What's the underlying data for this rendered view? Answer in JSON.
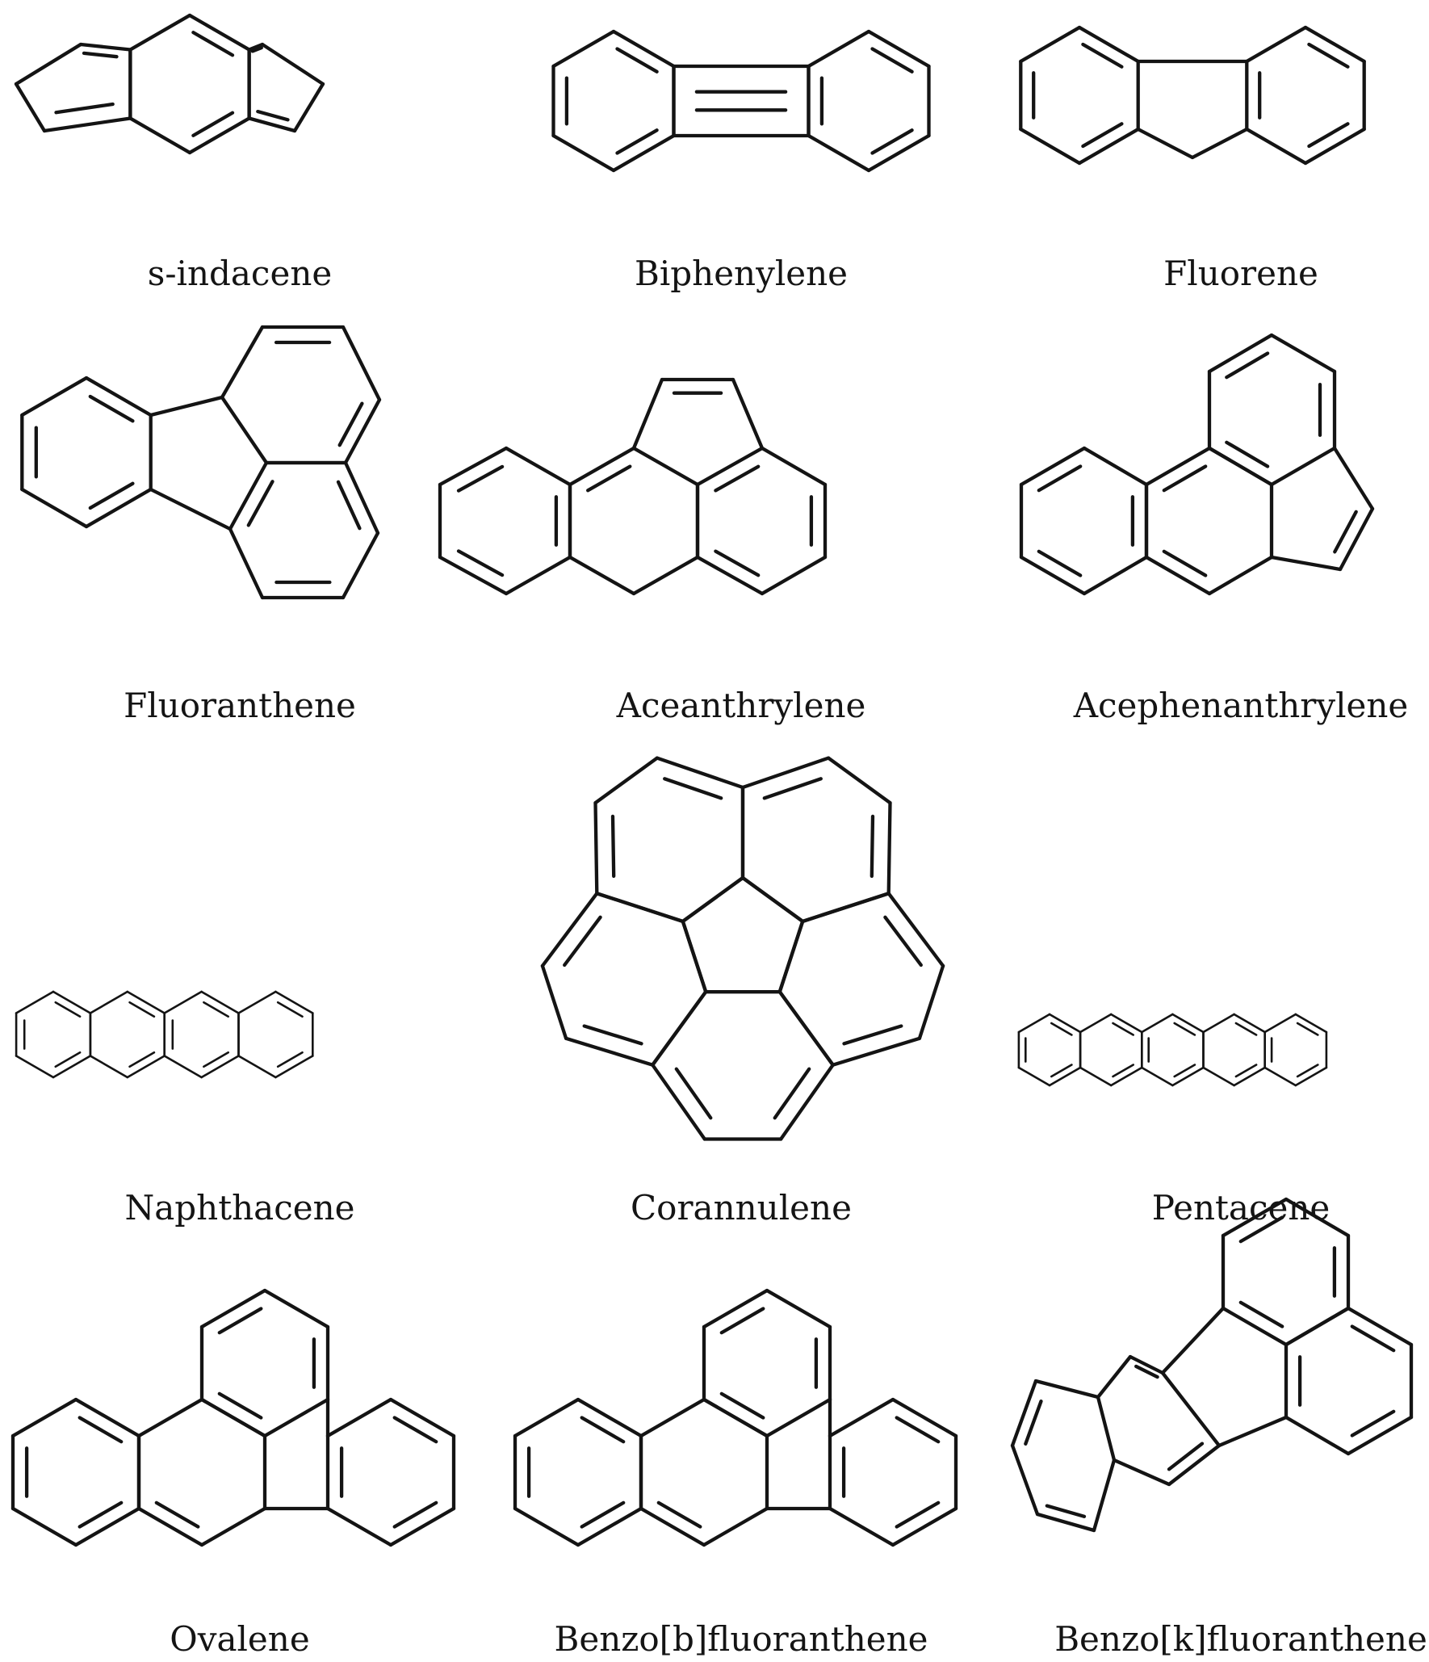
{
  "molecules": [
    {
      "name": "s-indacene"
    },
    {
      "name": "Biphenylene"
    },
    {
      "name": "Fluorene"
    },
    {
      "name": "Fluoranthene"
    },
    {
      "name": "Aceanthrylene"
    },
    {
      "name": "Acephenanthrylene"
    },
    {
      "name": "Naphthacene"
    },
    {
      "name": "Corannulene"
    },
    {
      "name": "Pentacene"
    },
    {
      "name": "Ovalene"
    },
    {
      "name": "Benzo[b]fluoranthene"
    },
    {
      "name": "Benzo[k]fluoranthene"
    }
  ]
}
